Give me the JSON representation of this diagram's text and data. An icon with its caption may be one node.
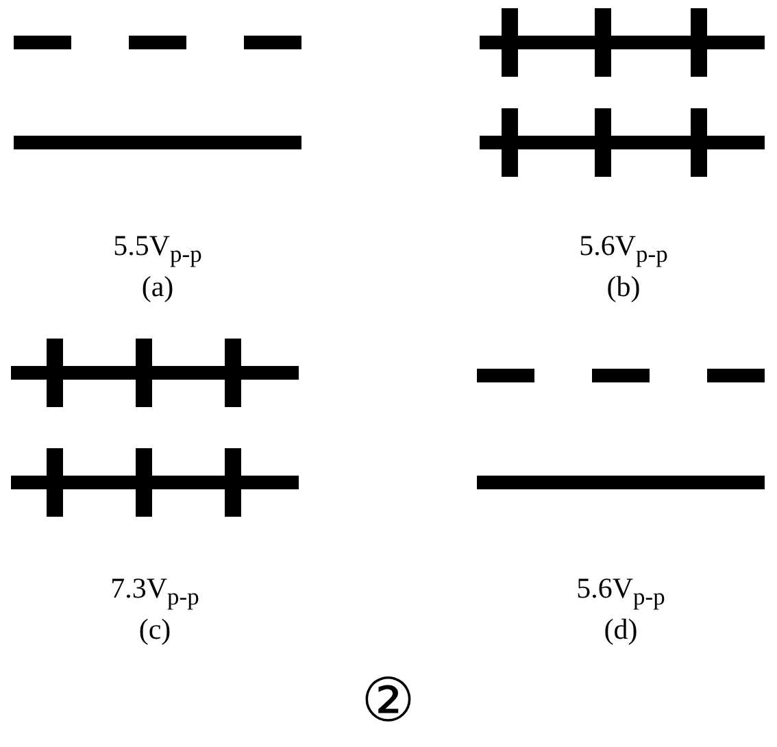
{
  "diagram": {
    "labels": [
      "5.5V$_{p-p}$",
      "5.6V$_{p-p}$",
      "(a)",
      "(b)",
      "7.3V$_{p-p}$",
      "5.6V$_{p-p}$",
      "(c)",
      "(d)",
      "②"
    ]
  }
}
